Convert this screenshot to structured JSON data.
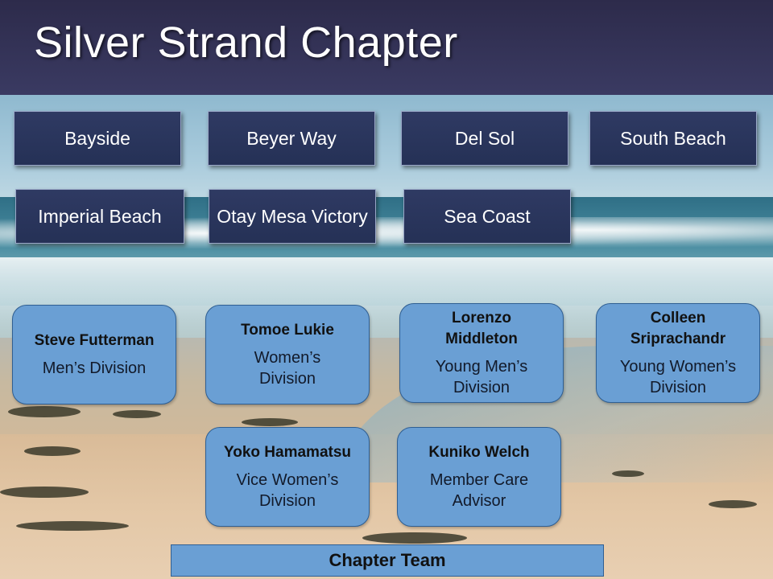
{
  "header": {
    "title": "Silver Strand Chapter"
  },
  "locations": [
    "Bayside",
    "Beyer Way",
    "Del Sol",
    "South Beach",
    "Imperial Beach",
    "Otay Mesa Victory",
    "Sea Coast"
  ],
  "members": [
    {
      "name": "Steve Futterman",
      "role": "Men’s Division"
    },
    {
      "name": "Tomoe Lukie",
      "role": "Women’s Division"
    },
    {
      "name": "Lorenzo Middleton",
      "role": "Young Men’s Division"
    },
    {
      "name": "Colleen Sriprachandr",
      "role": "Young Women’s Division"
    },
    {
      "name": "Yoko Hamamatsu",
      "role": "Vice Women’s Division"
    },
    {
      "name": "Kuniko Welch",
      "role": "Member Care Advisor"
    }
  ],
  "footer": {
    "team_label": "Chapter Team"
  }
}
